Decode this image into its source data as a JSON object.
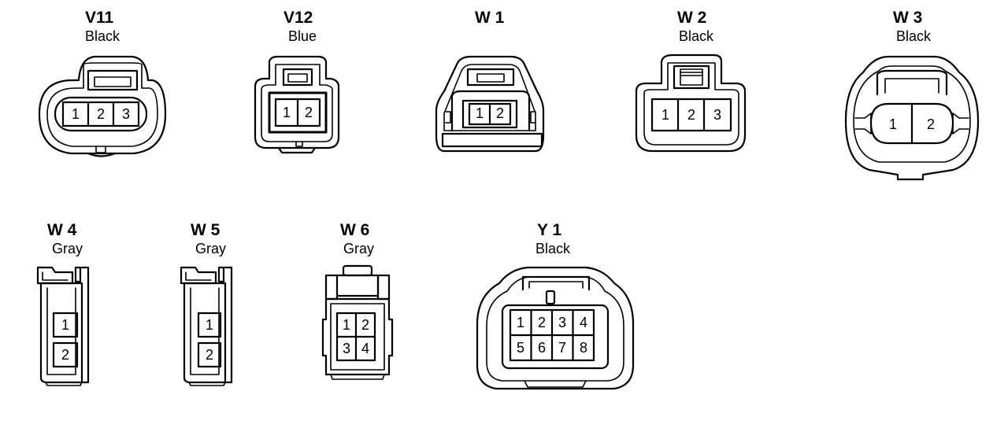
{
  "connectors": [
    {
      "code": "V11",
      "color": "Black",
      "pins": [
        "1",
        "2",
        "3"
      ]
    },
    {
      "code": "V12",
      "color": "Blue",
      "pins": [
        "1",
        "2"
      ]
    },
    {
      "code": "W 1",
      "color": "",
      "pins": [
        "1",
        "2"
      ]
    },
    {
      "code": "W 2",
      "color": "Black",
      "pins": [
        "1",
        "2",
        "3"
      ]
    },
    {
      "code": "W 3",
      "color": "Black",
      "pins": [
        "1",
        "2"
      ]
    },
    {
      "code": "W 4",
      "color": "Gray",
      "pins": [
        "1",
        "2"
      ]
    },
    {
      "code": "W 5",
      "color": "Gray",
      "pins": [
        "1",
        "2"
      ]
    },
    {
      "code": "W 6",
      "color": "Gray",
      "pins": [
        "1",
        "2",
        "3",
        "4"
      ]
    },
    {
      "code": "Y 1",
      "color": "Black",
      "pins": [
        "1",
        "2",
        "3",
        "4",
        "5",
        "6",
        "7",
        "8"
      ]
    }
  ]
}
